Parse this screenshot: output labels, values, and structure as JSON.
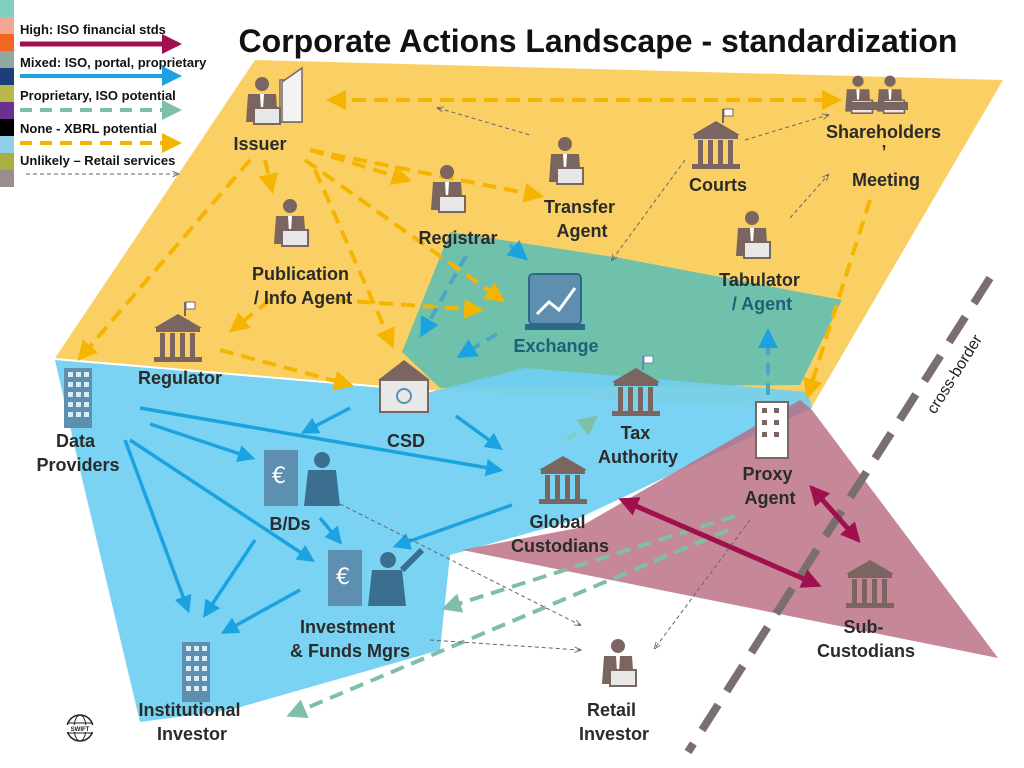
{
  "title": "Corporate Actions Landscape - standardization",
  "legend": [
    {
      "label": "High: ISO financial stds",
      "color": "#a0104e",
      "style": "solid"
    },
    {
      "label": "Mixed: ISO, portal, proprietary",
      "color": "#1aa3e0",
      "style": "solid"
    },
    {
      "label": "Proprietary, ISO potential",
      "color": "#7fbfa8",
      "style": "dashed"
    },
    {
      "label": "None - XBRL potential",
      "color": "#f4b400",
      "style": "dashed"
    },
    {
      "label": "Unlikely – Retail services",
      "color": "#666666",
      "style": "thin-dashed"
    }
  ],
  "swatches": [
    "#7fcfc0",
    "#f2a890",
    "#f26522",
    "#8fa8a0",
    "#1a3e7a",
    "#b8b84a",
    "#6a2f90",
    "#000000",
    "#8fd0e8",
    "#a8b040",
    "#9c8c8c"
  ],
  "zones": {
    "issuer_zone": "#f9c84a",
    "market_zone": "#5fbfb2",
    "investor_zone": "#6fcff2",
    "custody_zone": "#b86a80"
  },
  "nodes": {
    "issuer": [
      "Issuer"
    ],
    "shareholders": [
      "Shareholders",
      "’",
      "Meeting"
    ],
    "courts": [
      "Courts"
    ],
    "transfer_agent": [
      "Transfer",
      "Agent"
    ],
    "registrar": [
      "Registrar"
    ],
    "publication": [
      "Publication",
      "/ Info Agent"
    ],
    "tabulator": [
      "Tabulator",
      "/ Agent"
    ],
    "exchange": [
      "Exchange"
    ],
    "regulator": [
      "Regulator"
    ],
    "data_providers": [
      "Data",
      "Providers"
    ],
    "csd": [
      "CSD"
    ],
    "tax_authority": [
      "Tax",
      "Authority"
    ],
    "proxy_agent": [
      "Proxy",
      "Agent"
    ],
    "bds": [
      "B/Ds"
    ],
    "global_custodians": [
      "Global",
      "Custodians"
    ],
    "investment_mgrs": [
      "Investment",
      "& Funds Mgrs"
    ],
    "sub_custodians": [
      "Sub-",
      "Custodians"
    ],
    "institutional_investor": [
      "Institutional",
      "Investor"
    ],
    "retail_investor": [
      "Retail",
      "Investor"
    ]
  },
  "cross_border_label": "cross-border",
  "logo_text": "SWIFT"
}
